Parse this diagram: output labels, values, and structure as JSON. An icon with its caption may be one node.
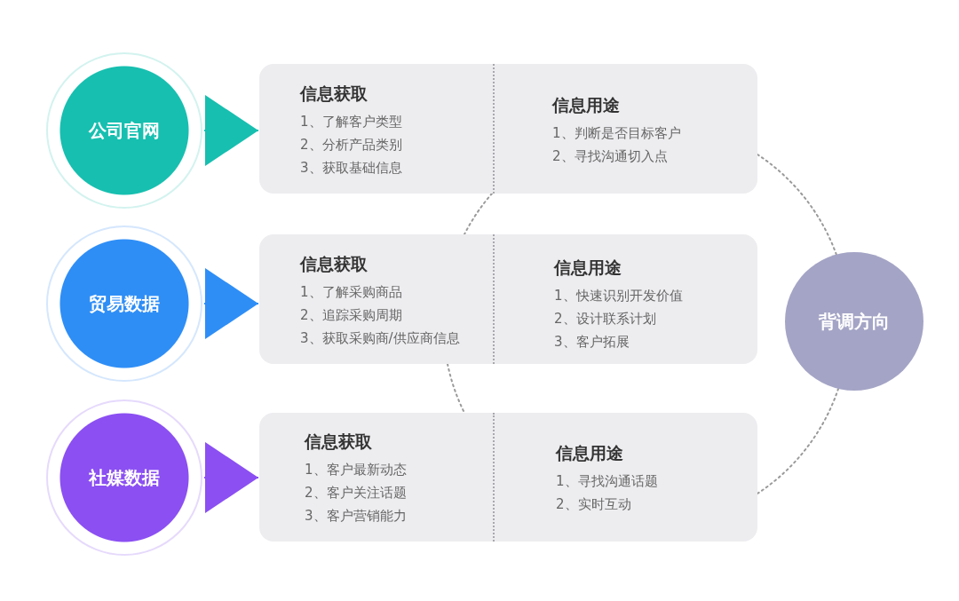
{
  "diagram": {
    "nodes": [
      {
        "text": [
          "公司官网"
        ]
      },
      {
        "text": [],
        "shape": "box"
      },
      {
        "text": [
          "信息获取",
          "1、了解客户类型",
          "2、分析产品类别",
          "3、获取基础信息"
        ],
        "in": 1
      },
      {
        "text": [
          "信息用途",
          "1、判断是否目标客户",
          "2、寻找沟通切入点"
        ],
        "in": 1
      },
      {
        "text": [
          "贸易数据"
        ]
      },
      {
        "text": [],
        "shape": "box"
      },
      {
        "text": [
          "信息获取",
          "1、了解采购商品",
          "2、追踪采购周期",
          "3、获取采购商/供应商信息"
        ],
        "in": 5
      },
      {
        "text": [
          "信息用途",
          "1、快速识别开发价值",
          "2、设计联系计划",
          "3、客户拓展"
        ],
        "in": 5
      },
      {
        "text": [
          "背调方向"
        ]
      },
      {
        "text": [
          "社媒数据"
        ]
      },
      {
        "text": [],
        "shape": "box"
      },
      {
        "text": [
          "信息获取",
          "1、客户最新动态",
          "2、客户关注话题",
          "3、客户营销能力"
        ],
        "in": 10
      },
      {
        "text": [
          "信息用途",
          "1、寻找沟通话题",
          "2、实时互动"
        ],
        "in": 10
      }
    ],
    "edges": [
      {
        "from": 0,
        "to": 1,
        "arrow": "to",
        "color": "#17bfb0"
      },
      {
        "from": 4,
        "to": 5,
        "arrow": "to",
        "color": "#2e8ef6"
      },
      {
        "from": 9,
        "to": 10,
        "arrow": "to",
        "color": "#8b4ff2"
      },
      {
        "from": 1,
        "to": 8,
        "arrow": "none",
        "style": "dashed",
        "color": "#9a9a9a"
      },
      {
        "from": 10,
        "to": 8,
        "arrow": "none",
        "style": "dashed",
        "color": "#9a9a9a"
      },
      {
        "from": 1,
        "to": 5,
        "arrow": "none",
        "style": "dashed",
        "color": "#9a9a9a"
      },
      {
        "from": 5,
        "to": 10,
        "arrow": "none",
        "style": "dashed",
        "color": "#9a9a9a"
      }
    ]
  }
}
